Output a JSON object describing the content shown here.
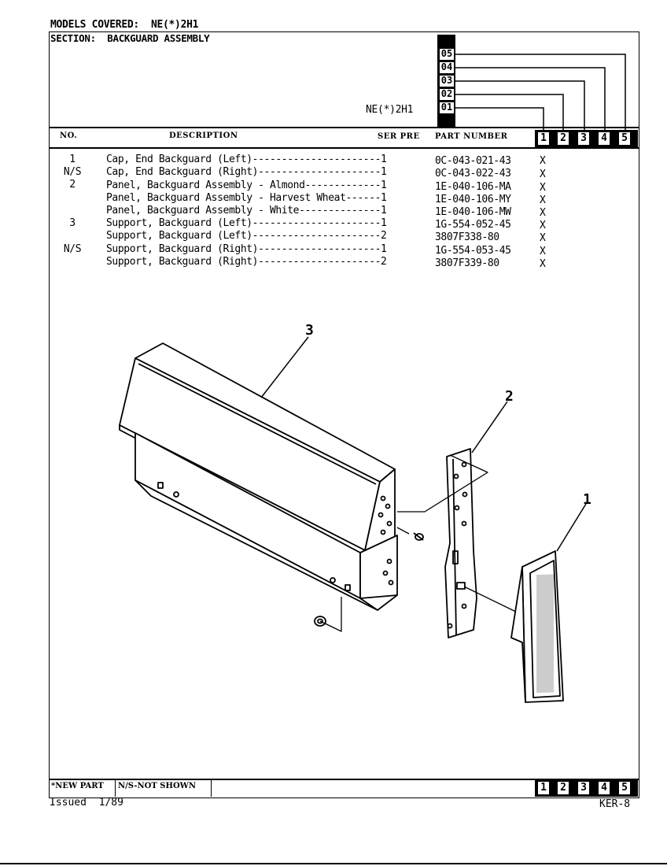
{
  "header": {
    "models_label": "MODELS COVERED:  NE(*)2H1",
    "section_label": "SECTION:  BACKGUARD ASSEMBLY",
    "model_code": "NE(*)2H1",
    "version_codes": [
      "05",
      "04",
      "03",
      "02",
      "01"
    ]
  },
  "columns": {
    "no": "NO.",
    "description": "DESCRIPTION",
    "ser_pre": "SER PRE",
    "part_number": "PART NUMBER",
    "model_cols": [
      "1",
      "2",
      "3",
      "4",
      "5"
    ]
  },
  "parts": [
    {
      "no": "1",
      "description": "Cap, End Backguard (Left)----------------------1",
      "part": "0C-043-021-43",
      "mark": "X"
    },
    {
      "no": "N/S",
      "description": "Cap, End Backguard (Right)---------------------1",
      "part": "0C-043-022-43",
      "mark": "X"
    },
    {
      "no": "2",
      "description": "Panel, Backguard Assembly - Almond-------------1",
      "part": "1E-040-106-MA",
      "mark": "X"
    },
    {
      "no": "",
      "description": "Panel, Backguard Assembly - Harvest Wheat------1",
      "part": "1E-040-106-MY",
      "mark": "X"
    },
    {
      "no": "",
      "description": "Panel, Backguard Assembly - White--------------1",
      "part": "1E-040-106-MW",
      "mark": "X"
    },
    {
      "no": "3",
      "description": "Support, Backguard (Left)----------------------1",
      "part": "1G-554-052-45",
      "mark": "X"
    },
    {
      "no": "",
      "description": "Support, Backguard (Left)----------------------2",
      "part": "3807F338-80",
      "mark": "X"
    },
    {
      "no": "N/S",
      "description": "Support, Backguard (Right)---------------------1",
      "part": "1G-554-053-45",
      "mark": "X"
    },
    {
      "no": "",
      "description": "Support, Backguard (Right)---------------------2",
      "part": "3807F339-80",
      "mark": "X"
    }
  ],
  "diagram": {
    "callouts": [
      "3",
      "2",
      "1"
    ]
  },
  "footer": {
    "new_part": "*NEW PART",
    "not_shown": "N/S-NOT SHOWN",
    "model_cols": [
      "1",
      "2",
      "3",
      "4",
      "5"
    ],
    "issued": "Issued  1/89",
    "page_code": "KER-8"
  }
}
